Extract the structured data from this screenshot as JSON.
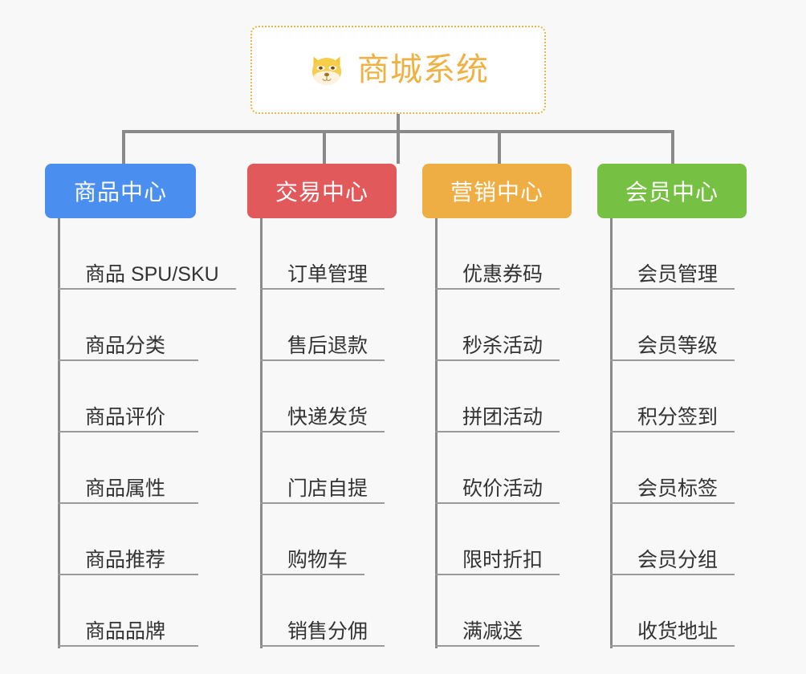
{
  "canvas": {
    "background": "#f8f8f8",
    "line_color": "#8a8a8a"
  },
  "root": {
    "title": "商城系统",
    "icon": "shiba-dog-face-icon",
    "text_color": "#eeb142",
    "border_color": "#eab44a",
    "background": "#ffffff"
  },
  "branches": [
    {
      "label": "商品中心",
      "color": "#4a8ef0",
      "leaves": [
        "商品 SPU/SKU",
        "商品分类",
        "商品评价",
        "商品属性",
        "商品推荐",
        "商品品牌"
      ]
    },
    {
      "label": "交易中心",
      "color": "#e2595b",
      "leaves": [
        "订单管理",
        "售后退款",
        "快递发货",
        "门店自提",
        "购物车",
        "销售分佣"
      ]
    },
    {
      "label": "营销中心",
      "color": "#eeae43",
      "leaves": [
        "优惠券码",
        "秒杀活动",
        "拼团活动",
        "砍价活动",
        "限时折扣",
        "满减送"
      ]
    },
    {
      "label": "会员中心",
      "color": "#76c043",
      "leaves": [
        "会员管理",
        "会员等级",
        "积分签到",
        "会员标签",
        "会员分组",
        "收货地址"
      ]
    }
  ]
}
